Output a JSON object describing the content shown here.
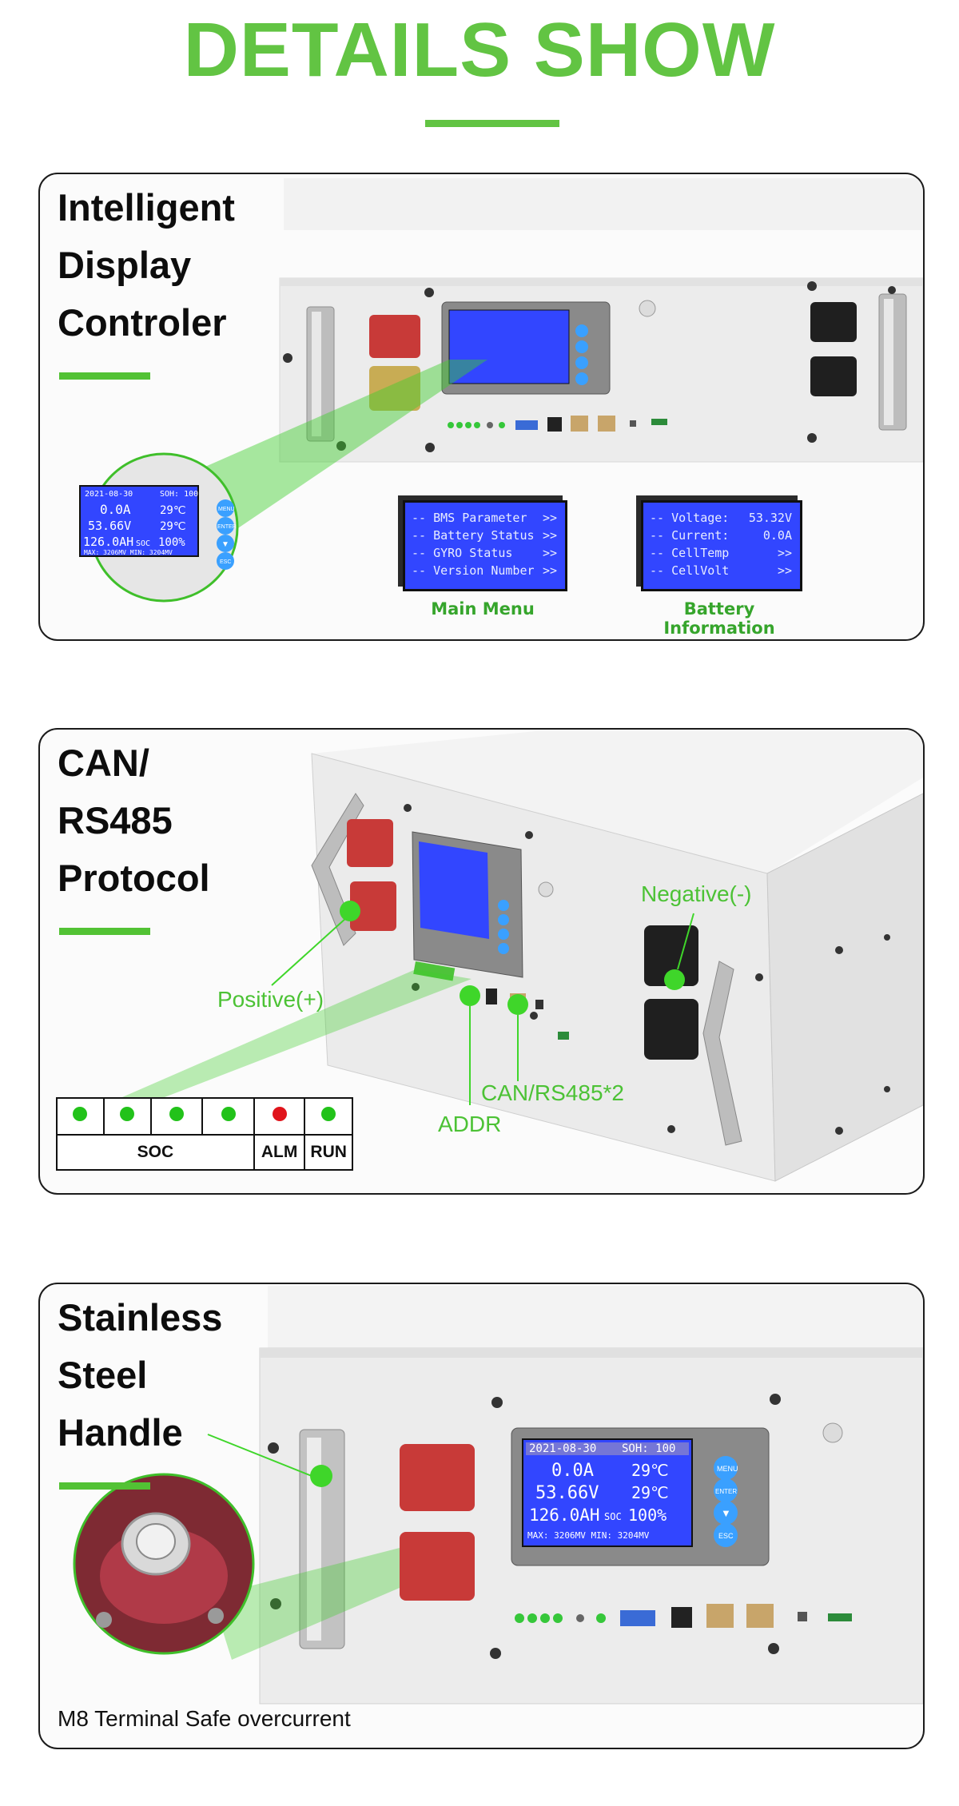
{
  "page": {
    "title": "DETAILS SHOW"
  },
  "sections": [
    {
      "heading_lines": [
        "Intelligent",
        "Display",
        "Controler"
      ],
      "lcd": {
        "date": "2021-08-30",
        "soh": "SOH: 100",
        "current": "0.0A",
        "temp1": "29℃",
        "voltage": "53.66V",
        "temp2": "29℃",
        "capacity": "126.0AH",
        "soc_tag": "SOC",
        "soc": "100%",
        "footer": "MAX: 3206MV   MIN: 3204MV",
        "buttons": [
          "MENU",
          "ENTER",
          "▼",
          "ESC"
        ]
      },
      "main_menu": {
        "caption": "Main Menu",
        "rows": [
          {
            "label": "-- BMS Parameter",
            "value": ">>"
          },
          {
            "label": "-- Battery Status",
            "value": ">>"
          },
          {
            "label": "-- GYRO Status",
            "value": ">>"
          },
          {
            "label": "-- Version Number",
            "value": ">>"
          }
        ]
      },
      "battery_info": {
        "caption": "Battery Information",
        "rows": [
          {
            "label": "-- Voltage:",
            "value": "53.32V"
          },
          {
            "label": "-- Current:",
            "value": "0.0A"
          },
          {
            "label": "-- CellTemp",
            "value": ">>"
          },
          {
            "label": "-- CellVolt",
            "value": ">>"
          }
        ]
      }
    },
    {
      "heading_lines": [
        "CAN/",
        "RS485",
        "Protocol"
      ],
      "callouts": {
        "positive": "Positive(+)",
        "negative": "Negative(-)",
        "addr": "ADDR",
        "can": "CAN/RS485*2"
      },
      "led_table": {
        "leds": [
          "green",
          "green",
          "green",
          "green",
          "red",
          "green"
        ],
        "labels": [
          "SOC",
          "ALM",
          "RUN"
        ]
      }
    },
    {
      "heading_lines": [
        "Stainless",
        "Steel",
        "Handle"
      ],
      "footnote": "M8 Terminal Safe overcurrent"
    }
  ],
  "colors": {
    "brand_green": "#62c443",
    "lcd_blue": "#3246ff",
    "terminal_red": "#c83a38",
    "alarm_red": "#e0141b",
    "chassis": "#eeeeee"
  }
}
